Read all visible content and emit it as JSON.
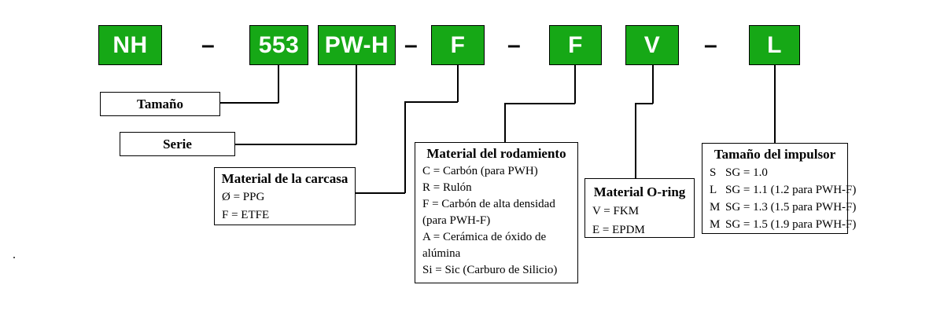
{
  "colors": {
    "box_green": "#16a816",
    "box_text": "#ffffff",
    "line_black": "#000000"
  },
  "code": {
    "separator_dash": "–",
    "boxes": [
      {
        "label": "NH"
      },
      {
        "label": "553"
      },
      {
        "label": "PW-H"
      },
      {
        "label": "F"
      },
      {
        "label": "F"
      },
      {
        "label": "V"
      },
      {
        "label": "L"
      }
    ]
  },
  "legends": {
    "tamano": {
      "title": "Tamaño"
    },
    "serie": {
      "title": "Serie"
    },
    "carcasa": {
      "title": "Material de la carcasa",
      "items": [
        "Ø = PPG",
        "F = ETFE"
      ]
    },
    "rodamiento": {
      "title": "Material del rodamiento",
      "items": [
        "C = Carbón (para PWH)",
        "R = Rulón",
        "F = Carbón de alta densidad (para PWH-F)",
        "A = Cerámica de óxido de alúmina",
        "Si = Sic (Carburo de Silicio)"
      ]
    },
    "oring": {
      "title": "Material O-ring",
      "items": [
        "V = FKM",
        "E = EPDM"
      ]
    },
    "impulsor": {
      "title": "Tamaño del impulsor",
      "items": [
        {
          "k": "S",
          "v": "SG = 1.0"
        },
        {
          "k": "L",
          "v": "SG = 1.1 (1.2 para PWH-F)"
        },
        {
          "k": "M",
          "v": "SG = 1.3 (1.5 para PWH-F)"
        },
        {
          "k": "M",
          "v": "SG = 1.5 (1.9 para PWH-F)"
        }
      ]
    }
  },
  "stray_mark": "."
}
